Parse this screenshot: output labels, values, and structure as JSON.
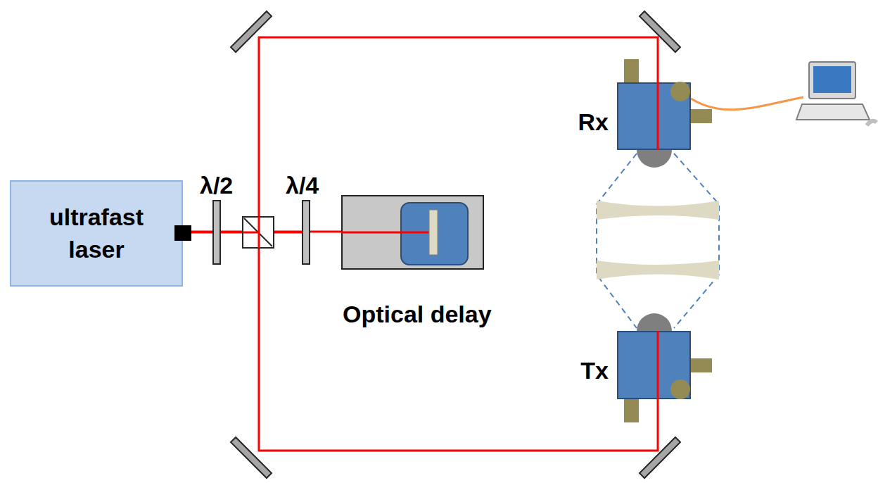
{
  "diagram": {
    "nodes": [
      {
        "text": [
          "ultrafast laser"
        ]
      },
      {
        "text": [
          "Optical delay"
        ]
      },
      {
        "text": [
          "Rx"
        ]
      },
      {
        "text": [
          "Tx"
        ]
      }
    ],
    "edges": [
      {
        "from": 0,
        "to": 1,
        "arrow": "none"
      }
    ],
    "labels": [
      "λ/2",
      "λ/4"
    ]
  }
}
